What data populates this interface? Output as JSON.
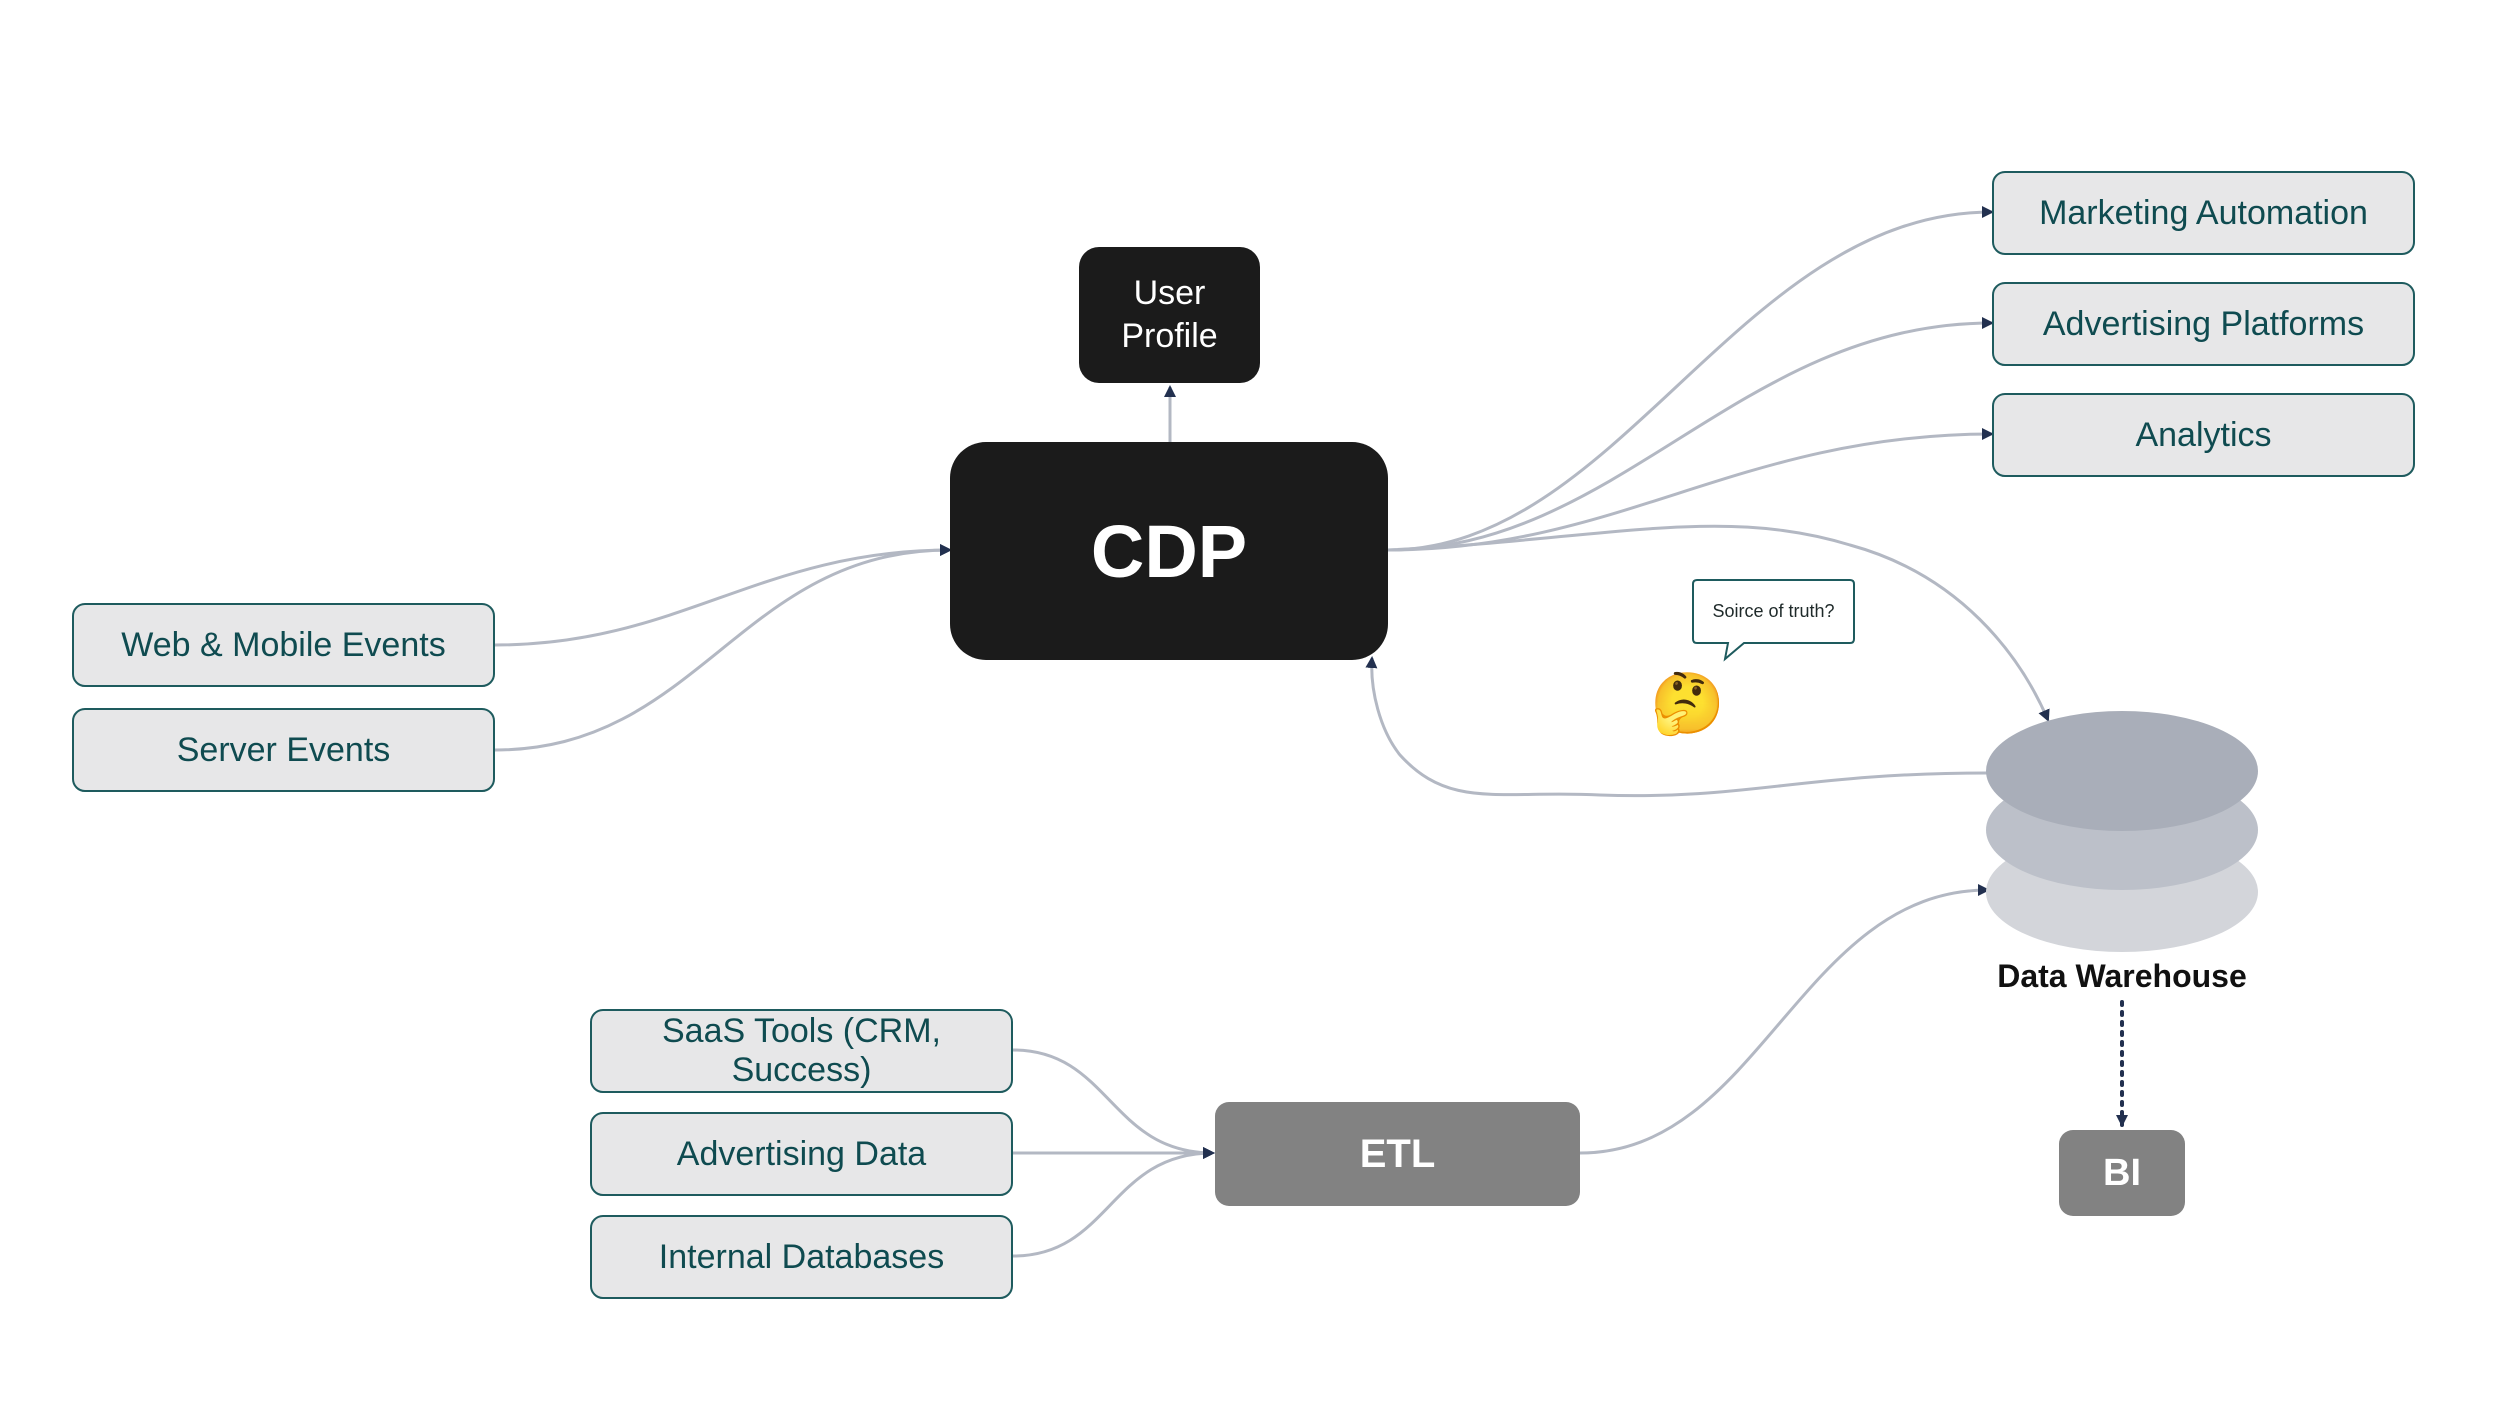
{
  "diagram": {
    "cdp": "CDP",
    "user_profile": "User\nProfile",
    "sources": {
      "web_mobile_events": "Web & Mobile Events",
      "server_events": "Server Events"
    },
    "destinations": {
      "marketing_automation": "Marketing Automation",
      "advertising_platforms": "Advertising Platforms",
      "analytics": "Analytics"
    },
    "callout": "Soirce of truth?",
    "emoji": "🤔",
    "data_warehouse": "Data Warehouse",
    "bi": "BI",
    "etl": "ETL",
    "etl_sources": {
      "saas_tools": "SaaS Tools (CRM, Success)",
      "advertising_data": "Advertising Data",
      "internal_databases": "Internal Databases"
    }
  },
  "colors": {
    "edge": "#b3b8c3",
    "arrowhead": "#22304f",
    "node_dark": "#1b1b1b",
    "node_gray": "#828282",
    "source_fill": "#e7e7e8",
    "source_border": "#1e5b5e",
    "source_text": "#0f4b50",
    "db_top": "#a9aeb9",
    "db_mid": "#bcc0c9",
    "db_bottom": "#d3d5da"
  }
}
